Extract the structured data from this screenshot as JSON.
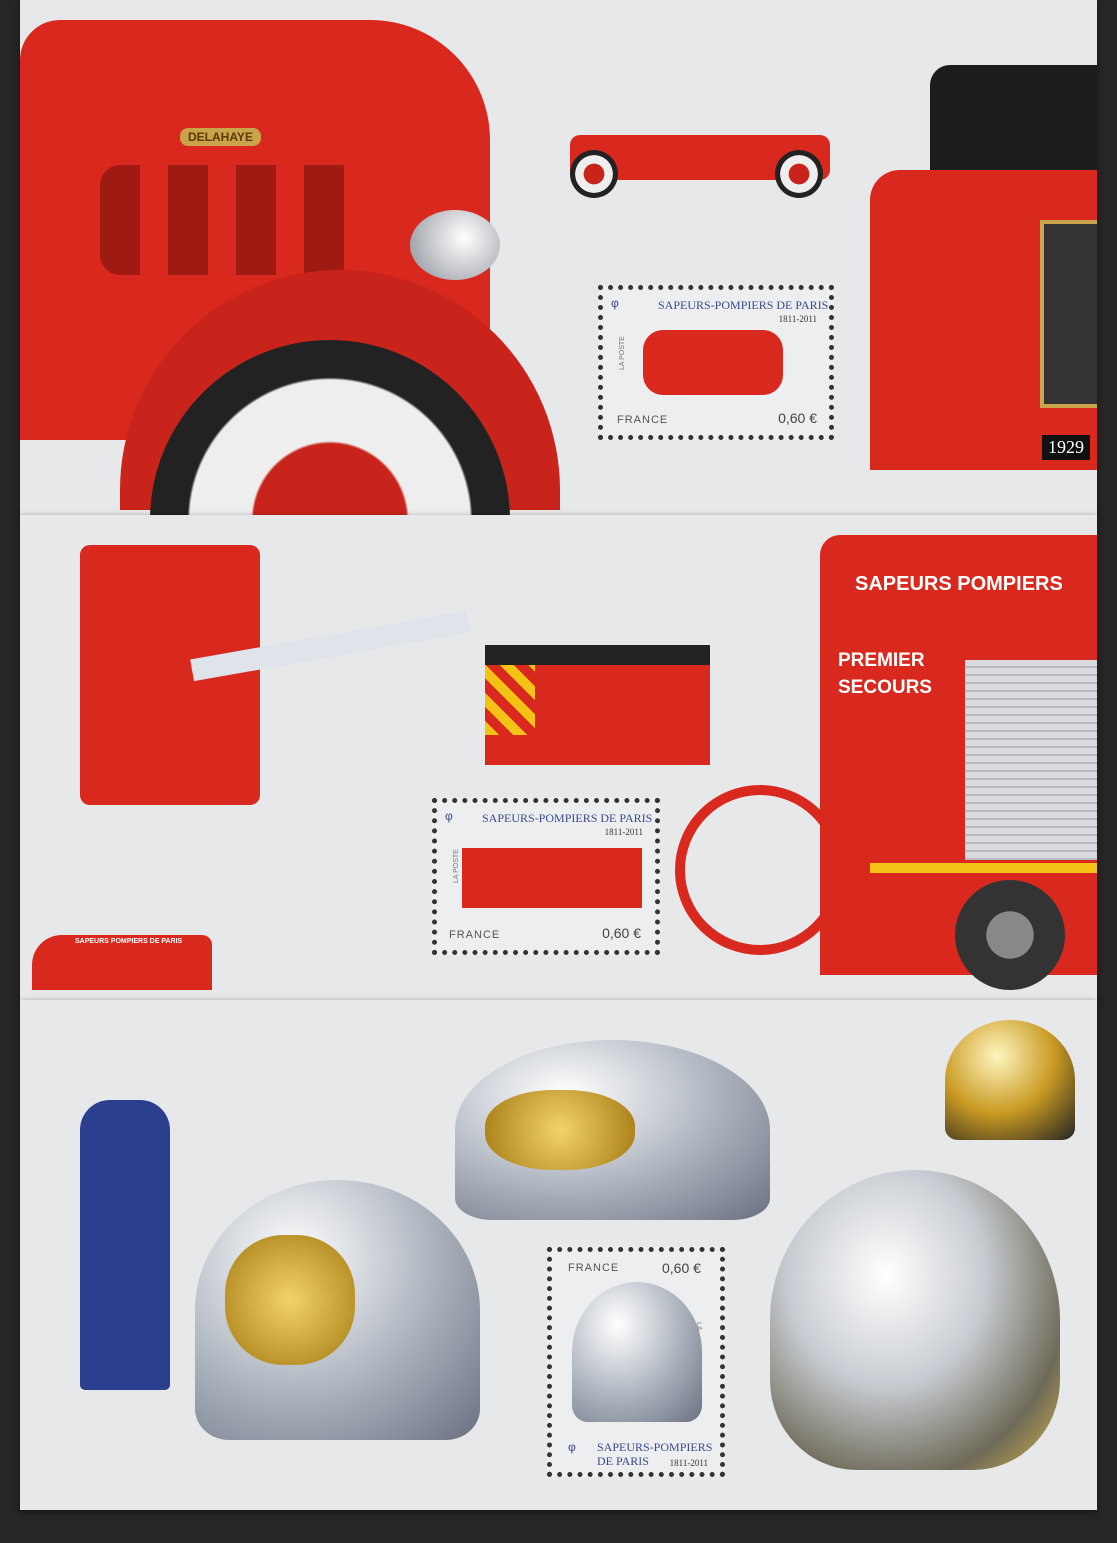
{
  "sheets": [
    {
      "brand_badge": "DELAHAYE",
      "year_plate": "1929",
      "stamp": {
        "title": "SAPEURS-POMPIERS DE PARIS",
        "years": "1811-2011",
        "country": "FRANCE",
        "value": "0,60 €",
        "postal": "LA POSTE"
      }
    },
    {
      "truck_side_1": "SAPEURS POMPIERS",
      "truck_side_2": "PREMIER",
      "truck_side_3": "SECOURS",
      "van_text": "SAPEURS POMPIERS DE PARIS",
      "stamp": {
        "title": "SAPEURS-POMPIERS DE PARIS",
        "years": "1811-2011",
        "country": "FRANCE",
        "value": "0,60 €",
        "postal": "LA POSTE"
      }
    },
    {
      "stamp": {
        "title_1": "SAPEURS-POMPIERS",
        "title_2": "DE PARIS",
        "years": "1811-2011",
        "country": "FRANCE",
        "value": "0,60 €",
        "postal": "LA POSTE"
      }
    }
  ],
  "colors": {
    "fire_red": "#d9281e",
    "sheet": "#e6e8ea",
    "title_blue": "#3a4a8a"
  }
}
